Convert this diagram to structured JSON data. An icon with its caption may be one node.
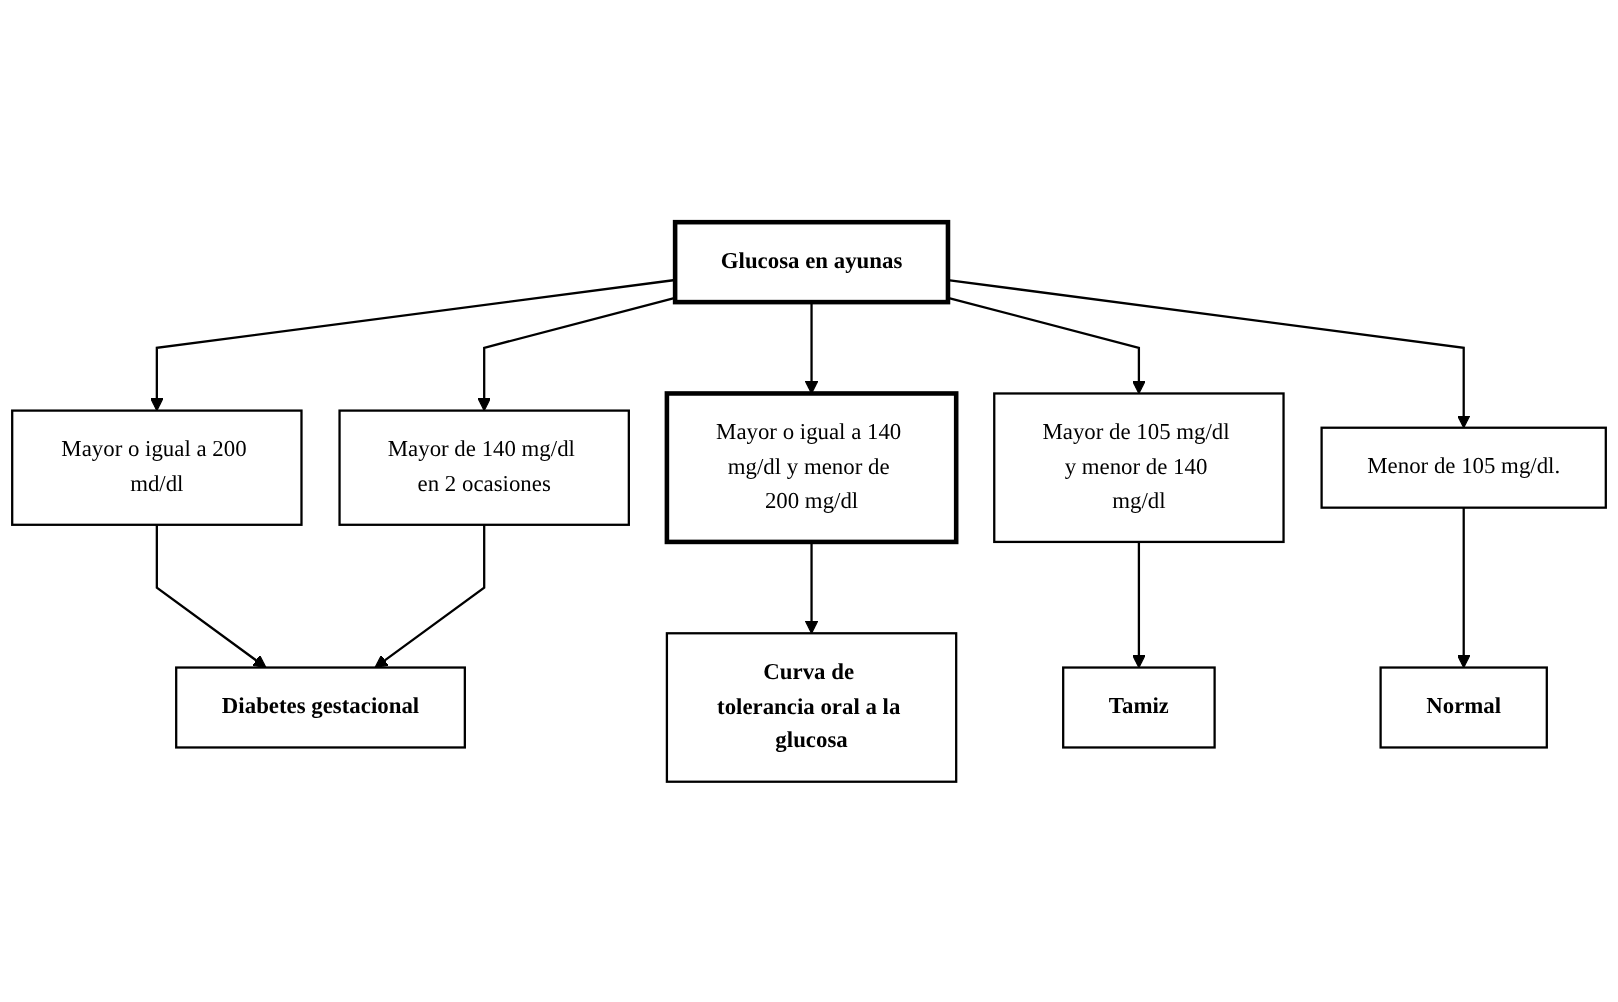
{
  "diagram": {
    "nodes": [
      {
        "text": [
          "Glucosa en ayunas"
        ]
      },
      {
        "text": [
          "Mayor o igual a 200 md/dl"
        ]
      },
      {
        "text": [
          "Mayor de 140 mg/dl en 2 ocasiones"
        ]
      },
      {
        "text": [
          "Mayor o igual a 140 mg/dl y menor de 200 mg/dl"
        ]
      },
      {
        "text": [
          "Mayor de 105 mg/dl y menor de 140 mg/dl"
        ]
      },
      {
        "text": [
          "Menor de 105 mg/dl."
        ]
      },
      {
        "text": [
          "Diabetes gestacional"
        ]
      },
      {
        "text": [
          "Curva de tolerancia oral a la glucosa"
        ]
      },
      {
        "text": [
          "Tamiz"
        ]
      },
      {
        "text": [
          "Normal"
        ]
      }
    ],
    "edges": [
      {
        "from": 0,
        "to": 1,
        "arrow": "to"
      },
      {
        "from": 0,
        "to": 2,
        "arrow": "to"
      },
      {
        "from": 0,
        "to": 3,
        "arrow": "to"
      },
      {
        "from": 0,
        "to": 4,
        "arrow": "to"
      },
      {
        "from": 0,
        "to": 5,
        "arrow": "to"
      },
      {
        "from": 1,
        "to": 6,
        "arrow": "to"
      },
      {
        "from": 2,
        "to": 6,
        "arrow": "to"
      },
      {
        "from": 3,
        "to": 7,
        "arrow": "to"
      },
      {
        "from": 4,
        "to": 8,
        "arrow": "to"
      },
      {
        "from": 5,
        "to": 9,
        "arrow": "to"
      }
    ]
  }
}
